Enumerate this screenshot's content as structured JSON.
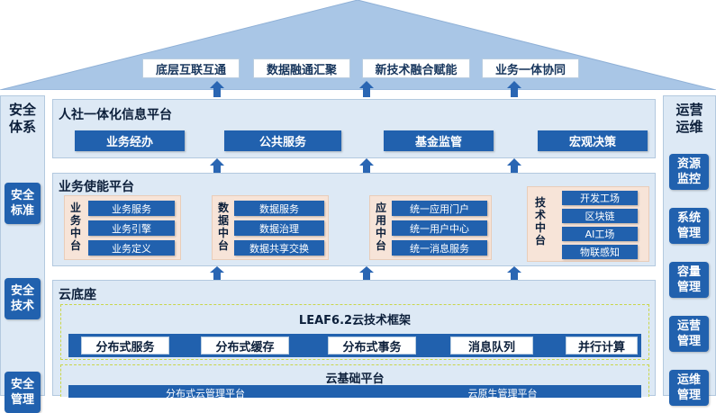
{
  "top_goals": [
    "底层互联互通",
    "数据融通汇聚",
    "新技术融合赋能",
    "业务一体协同"
  ],
  "left_pillar": {
    "title": "安全\n体系",
    "items": [
      "安全\n标准",
      "安全\n技术",
      "安全\n管理"
    ]
  },
  "right_pillar": {
    "title": "运营\n运维",
    "items": [
      "资源\n监控",
      "系统\n管理",
      "容量\n管理",
      "运营\n管理",
      "运维\n管理"
    ]
  },
  "platform": {
    "title": "人社一体化信息平台",
    "items": [
      "业务经办",
      "公共服务",
      "基金监管",
      "宏观决策"
    ]
  },
  "enabling": {
    "title": "业务使能平台",
    "groups": [
      {
        "label": "业\n务\n中\n台",
        "items": [
          "业务服务",
          "业务引擎",
          "业务定义"
        ]
      },
      {
        "label": "数\n据\n中\n台",
        "items": [
          "数据服务",
          "数据治理",
          "数据共享交换"
        ]
      },
      {
        "label": "应\n用\n中\n台",
        "items": [
          "统一应用门户",
          "统一用户中心",
          "统一消息服务"
        ]
      },
      {
        "label": "技\n术\n中\n台",
        "items": [
          "开发工场",
          "区块链",
          "AI工场",
          "物联感知"
        ]
      }
    ]
  },
  "cloud_base": {
    "title": "云底座",
    "leaf": {
      "title": "LEAF6.2云技术框架",
      "items": [
        "分布式服务",
        "分布式缓存",
        "分布式事务",
        "消息队列",
        "并行计算"
      ]
    },
    "infra": {
      "title": "云基础平台",
      "items": [
        "分布式云管理平台",
        "云原生管理平台"
      ]
    }
  },
  "colors": {
    "accent_blue": "#2161ae",
    "panel_blue": "#dde9f5",
    "roof_blue": "#a9c6e6",
    "group_peach": "#f7e4d8",
    "dashed_yellow": "#c9d64a"
  }
}
